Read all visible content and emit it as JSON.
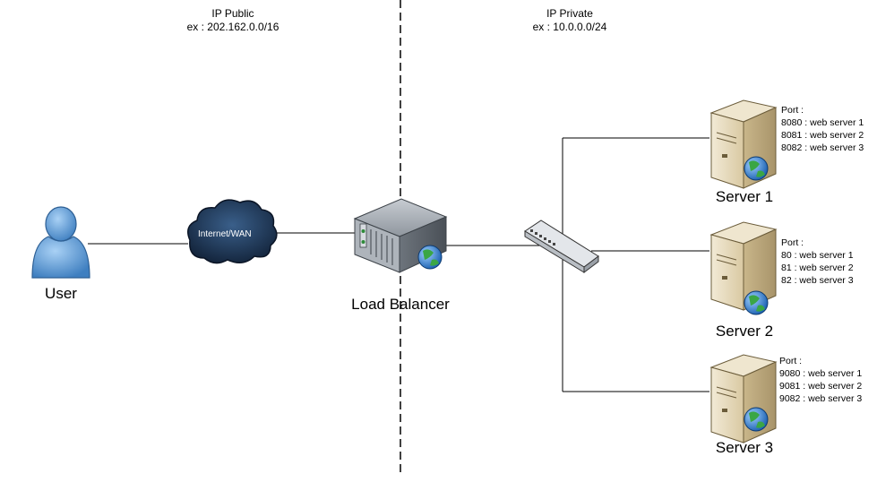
{
  "zones": {
    "public": {
      "title": "IP Public",
      "range": "ex : 202.162.0.0/16"
    },
    "private": {
      "title": "IP Private",
      "range": "ex : 10.0.0.0/24"
    }
  },
  "nodes": {
    "user": "User",
    "cloud": "Internet/WAN",
    "load_balancer": "Load Balancer",
    "server1": "Server 1",
    "server2": "Server 2",
    "server3": "Server 3"
  },
  "ports": {
    "server1": {
      "title": "Port :",
      "lines": [
        "8080 : web server 1",
        "8081 : web server 2",
        "8082 : web server 3"
      ]
    },
    "server2": {
      "title": "Port :",
      "lines": [
        "80 : web server 1",
        "81 : web server 2",
        "82 : web server 3"
      ]
    },
    "server3": {
      "title": "Port :",
      "lines": [
        "9080 : web server 1",
        "9081 : web server 2",
        "9082 : web server 3"
      ]
    }
  },
  "colors": {
    "line": "#000000",
    "server_body": "#e8dcc0",
    "globe": "#2a7fd4"
  },
  "icons": [
    "user-icon",
    "cloud-icon",
    "load-balancer-icon",
    "switch-icon",
    "server-icon",
    "globe-icon"
  ]
}
